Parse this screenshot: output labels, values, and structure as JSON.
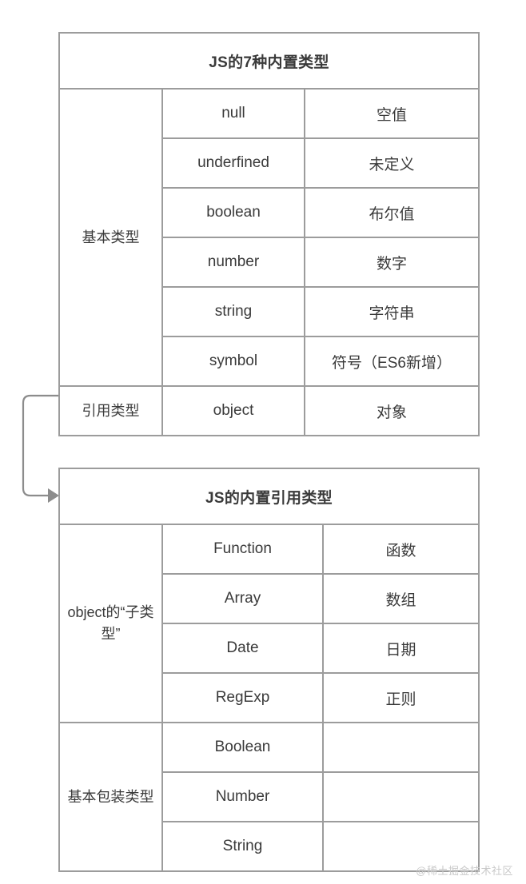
{
  "diagram": {
    "title_primitive": "JS的7种内置类型",
    "title_reference": "JS的内置引用类型",
    "watermark": "@稀土掘金技术社区",
    "colors": {
      "border": "#9c9c9c",
      "text": "#3a3a3a",
      "background": "#ffffff",
      "watermark": "#c9c9c9",
      "arrow": "#8c8c8c"
    }
  },
  "table_primitive": {
    "header": "JS的7种内置类型",
    "groups": [
      {
        "label": "基本类型",
        "rows": [
          {
            "name": "null",
            "desc": "空值"
          },
          {
            "name": "underfined",
            "desc": "未定义"
          },
          {
            "name": "boolean",
            "desc": "布尔值"
          },
          {
            "name": "number",
            "desc": "数字"
          },
          {
            "name": "string",
            "desc": "字符串"
          },
          {
            "name": "symbol",
            "desc": "符号（ES6新增）"
          }
        ]
      },
      {
        "label": "引用类型",
        "rows": [
          {
            "name": "object",
            "desc": "对象"
          }
        ]
      }
    ]
  },
  "table_reference": {
    "header": "JS的内置引用类型",
    "groups": [
      {
        "label": "object的“子类型”",
        "rows": [
          {
            "name": "Function",
            "desc": "函数"
          },
          {
            "name": "Array",
            "desc": "数组"
          },
          {
            "name": "Date",
            "desc": "日期"
          },
          {
            "name": "RegExp",
            "desc": "正则"
          }
        ]
      },
      {
        "label": "基本包装类型",
        "rows": [
          {
            "name": "Boolean",
            "desc": ""
          },
          {
            "name": "Number",
            "desc": ""
          },
          {
            "name": "String",
            "desc": ""
          }
        ]
      }
    ]
  }
}
